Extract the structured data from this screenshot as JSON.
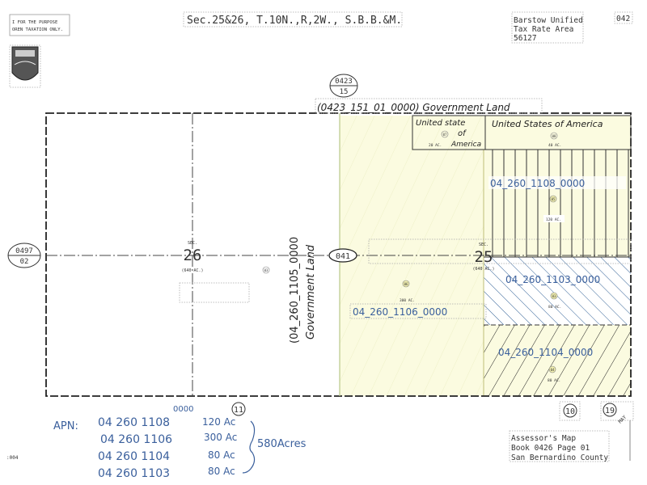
{
  "header": {
    "disclaimer_line1": "I FOR THE PURPOSE",
    "disclaimer_line2": "OREN TAXATION ONLY.",
    "section_title": "Sec.25&26, T.10N.,R,2W., S.B.B.&M.",
    "tax_area_line1": "Barstow Unified",
    "tax_area_line2": "Tax Rate Area",
    "tax_area_line3": "56127",
    "page_code": "042"
  },
  "map": {
    "adjoining_top": {
      "book": "0423",
      "page": "15"
    },
    "adjoining_left": {
      "book": "0497",
      "page": "02"
    },
    "top_strip_label": "(0423_151_01_0000) Government Land",
    "road_label": "041",
    "sections": [
      {
        "sec_label": "SEC.",
        "number": "26",
        "area": "(640 AC.)"
      },
      {
        "sec_label": "SEC.",
        "number": "25",
        "area": "(640 AC.)"
      }
    ],
    "parcels": [
      {
        "num": "07",
        "owner_line1": "United state",
        "owner_line2": "of",
        "owner_line3": "America",
        "acres": "20 AC."
      },
      {
        "num": "08",
        "owner": "United States of America",
        "acres": "40 AC."
      },
      {
        "num": "05",
        "apn": "04_260_1108_0000",
        "acres": "120 AC."
      },
      {
        "num": "03",
        "apn": "04_260_1103_0000",
        "acres": "80 AC."
      },
      {
        "num": "04",
        "apn": "04_260_1104_0000",
        "acres": "80 AC."
      },
      {
        "num": "06",
        "apn": "04_260_1106_0000",
        "acres": "300 AC."
      },
      {
        "num": "03",
        "apn": "(04_260_1105_0000",
        "owner": "Government Land"
      }
    ],
    "hatch_colors": {
      "1108": "#333333",
      "1103": "#2f5f95",
      "1104": "#222222",
      "section25_tint": "#fbfbe0"
    }
  },
  "apn_summary": {
    "label": "APN:",
    "suffix": "0000",
    "rows": [
      {
        "apn": "04 260 1108",
        "acres": "120 Ac"
      },
      {
        "apn": "04 260 1106",
        "acres": "300 Ac"
      },
      {
        "apn": "04 260 1104",
        "acres": "80 Ac"
      },
      {
        "apn": "04 260 1103",
        "acres": "80 Ac"
      }
    ],
    "total": "580Acres"
  },
  "footer": {
    "circle_11": "11",
    "circle_10": "10",
    "circle_19": "19",
    "may": "MAY",
    "book_line1": "Assessor's Map",
    "book_line2": "Book 0426 Page 01",
    "book_line3": "San Bernardino County",
    "sheet_code": ":004"
  }
}
